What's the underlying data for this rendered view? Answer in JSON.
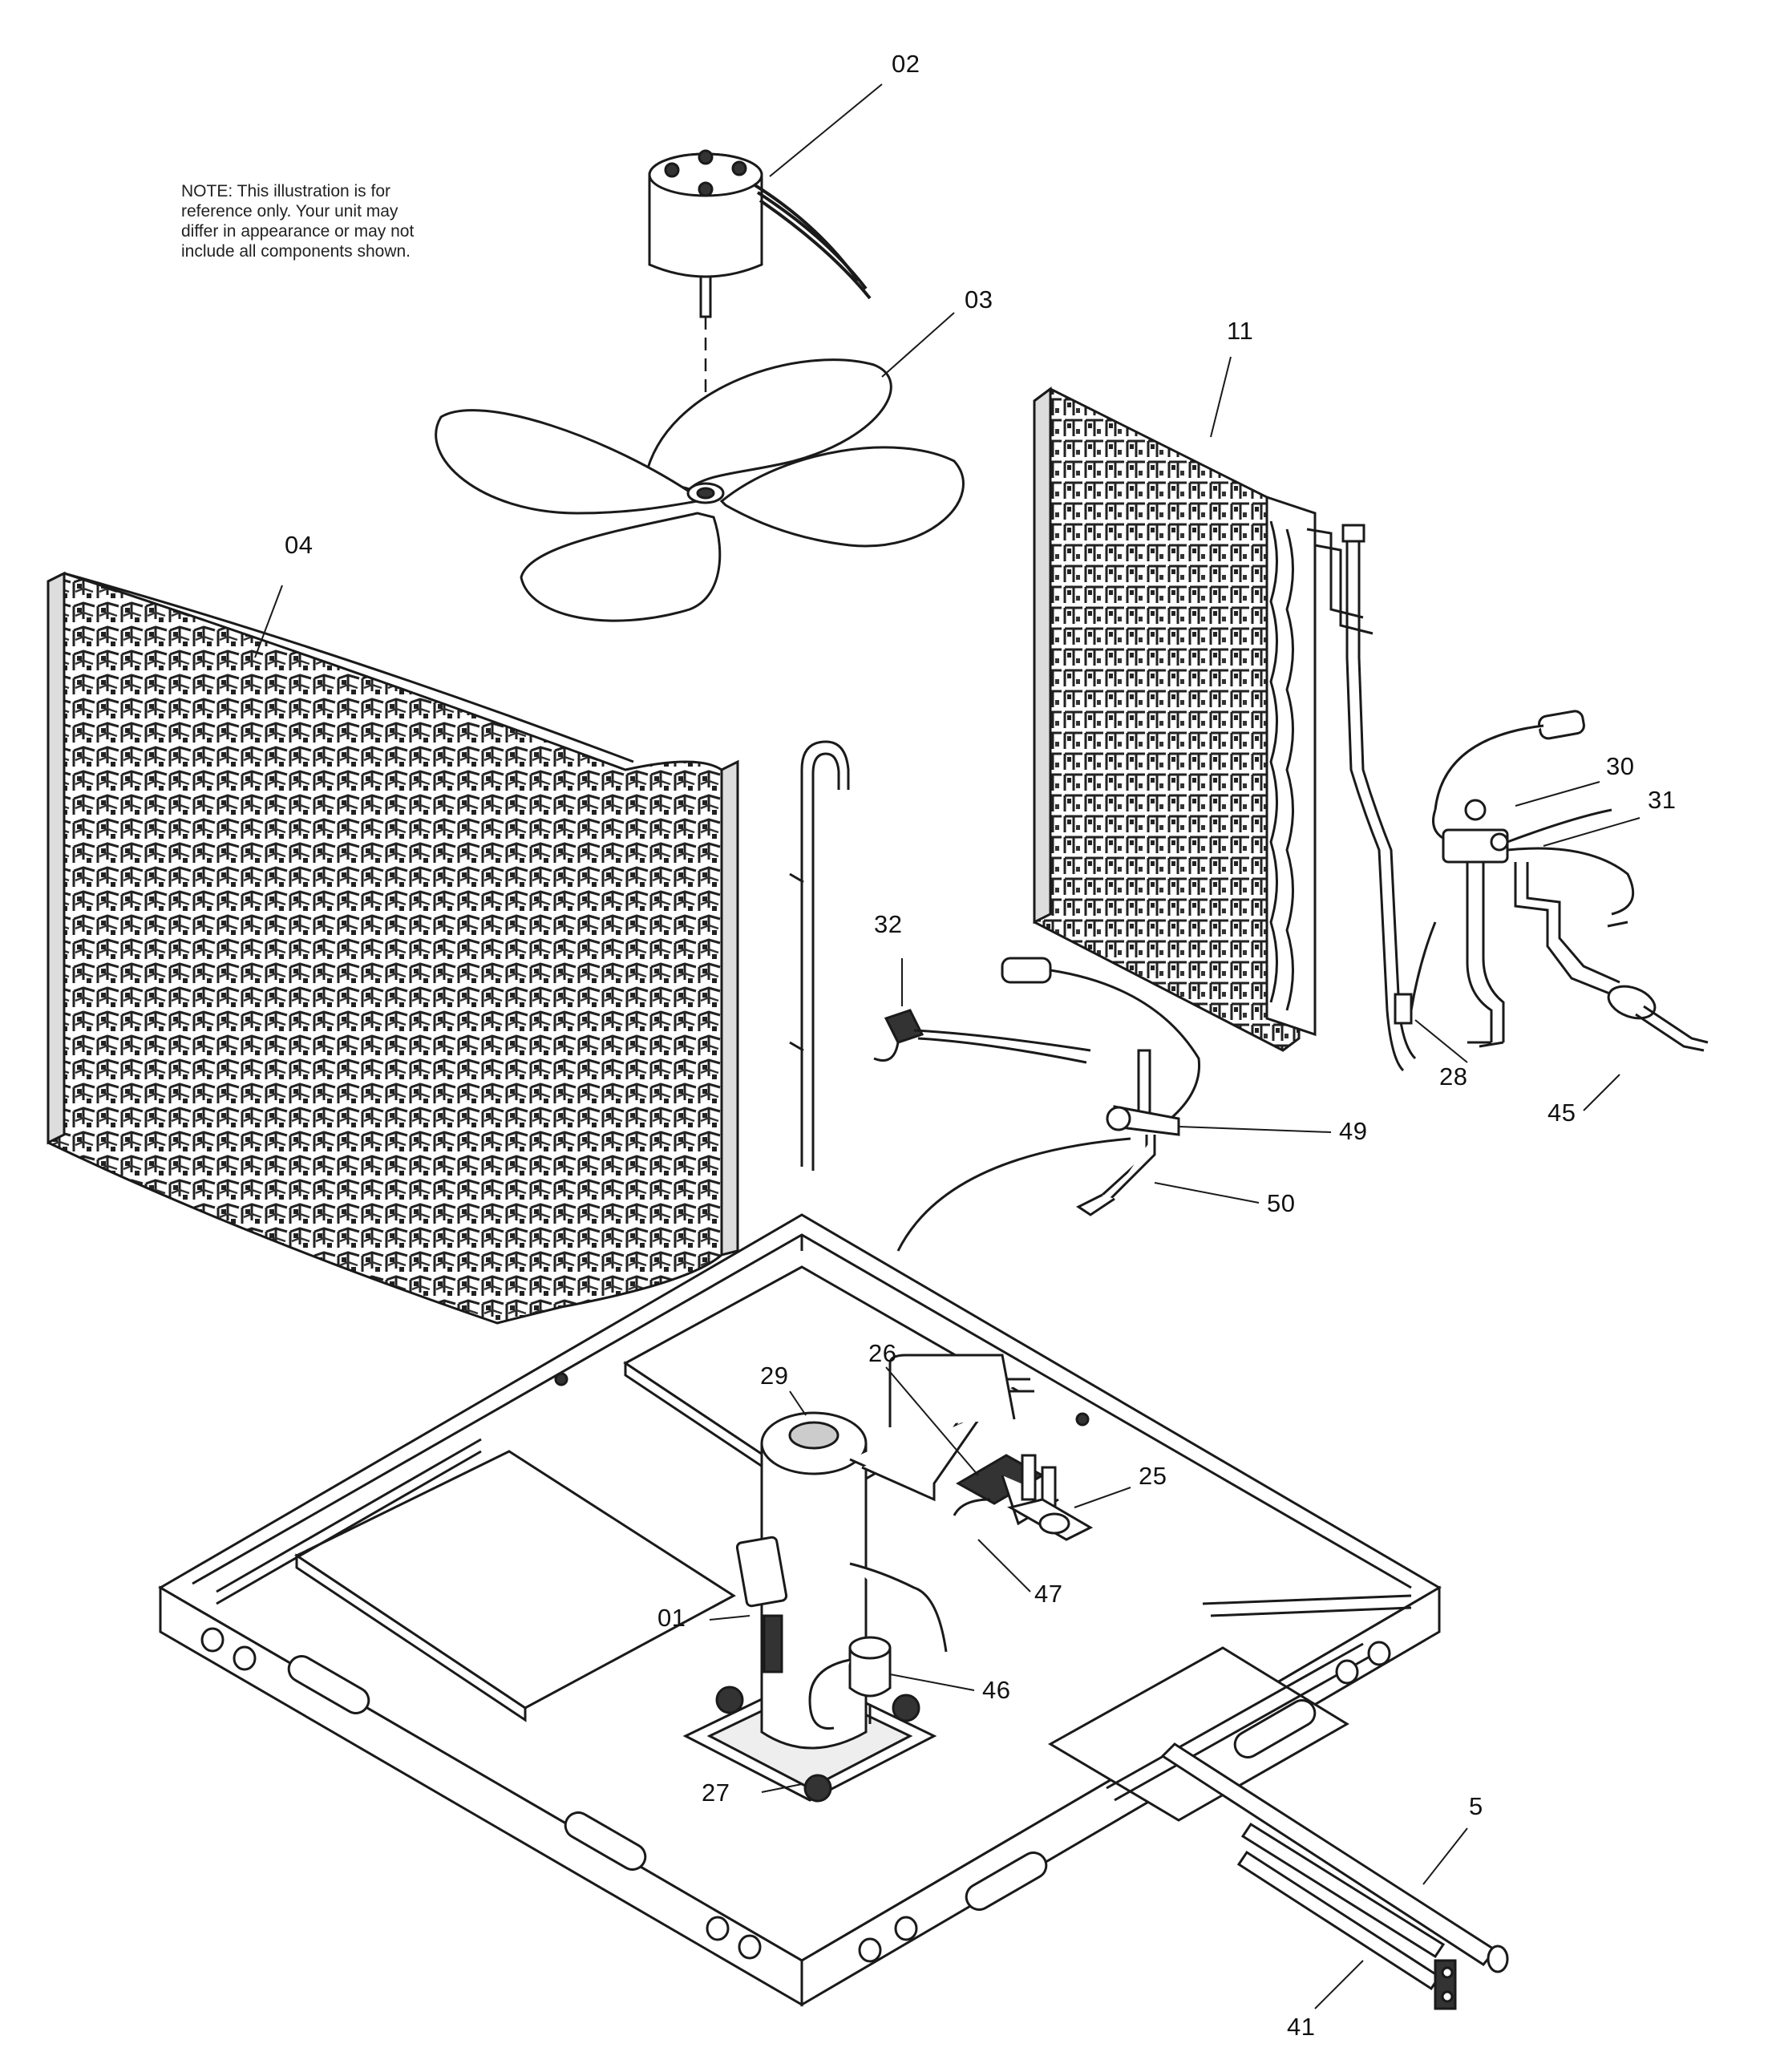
{
  "note": {
    "line1": "NOTE:      This illustration is for",
    "line2": "reference only.    Your unit may",
    "line3": "differ in appearance or may not",
    "line4": "include all components shown."
  },
  "callouts": {
    "c02": "02",
    "c03": "03",
    "c04": "04",
    "c11": "11",
    "c30": "30",
    "c31": "31",
    "c32": "32",
    "c28": "28",
    "c45": "45",
    "c49": "49",
    "c50": "50",
    "c29": "29",
    "c26": "26",
    "c25": "25",
    "c47": "47",
    "c01": "01",
    "c46": "46",
    "c27": "27",
    "c5": "5",
    "c41": "41"
  },
  "colors": {
    "ink": "#1a1a1a",
    "paper": "#ffffff",
    "shade": "#555555"
  }
}
